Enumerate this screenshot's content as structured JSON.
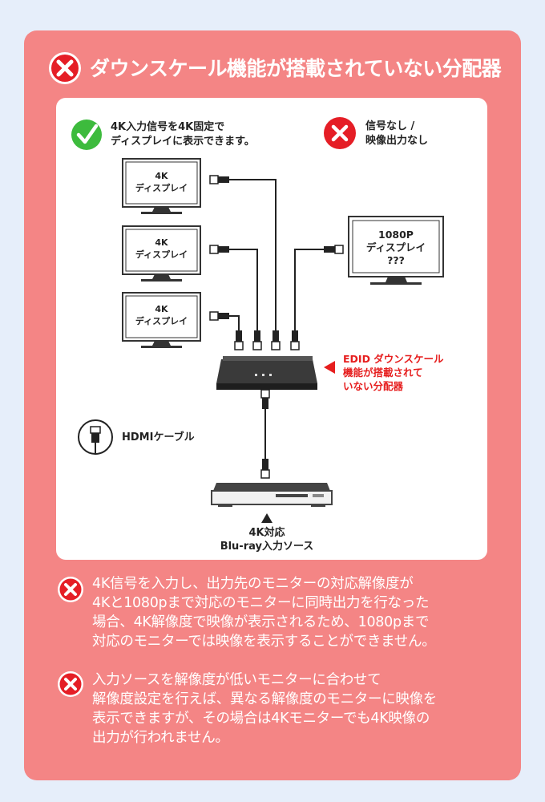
{
  "header": {
    "title": "ダウンスケール機能が搭載されていない分配器"
  },
  "diagram": {
    "ok_caption": [
      "4K入力信号を4K固定で",
      "ディスプレイに表示できます。"
    ],
    "ng_caption": [
      "信号なし /",
      "映像出力なし"
    ],
    "displays_4k": [
      {
        "line1": "4K",
        "line2": "ディスプレイ"
      },
      {
        "line1": "4K",
        "line2": "ディスプレイ"
      },
      {
        "line1": "4K",
        "line2": "ディスプレイ"
      }
    ],
    "display_1080p": {
      "line1": "1080P",
      "line2": "ディスプレイ",
      "line3": "???"
    },
    "splitter_label": [
      "EDID ダウンスケール",
      "機能が搭載されて",
      "いない分配器"
    ],
    "cable_legend": "HDMIケーブル",
    "source_label": [
      "4K対応",
      "Blu-ray入力ソース"
    ],
    "colors": {
      "ok_green": "#3dbb3d",
      "ng_red": "#e51e26",
      "accent_red": "#e61e1e"
    }
  },
  "notes": [
    {
      "lines": [
        "4K信号を入力し、出力先のモニターの対応解像度が",
        "4Kと1080pまで対応のモニターに同時出力を行なった",
        "場合、4K解像度で映像が表示されるため、1080pまで",
        "対応のモニターでは映像を表示することができません。"
      ]
    },
    {
      "lines": [
        "入力ソースを解像度が低いモニターに合わせて",
        "解像度設定を行えば、異なる解像度のモニターに映像を",
        "表示できますが、その場合は4Kモニターでも4K映像の",
        "出力が行われません。"
      ]
    }
  ]
}
